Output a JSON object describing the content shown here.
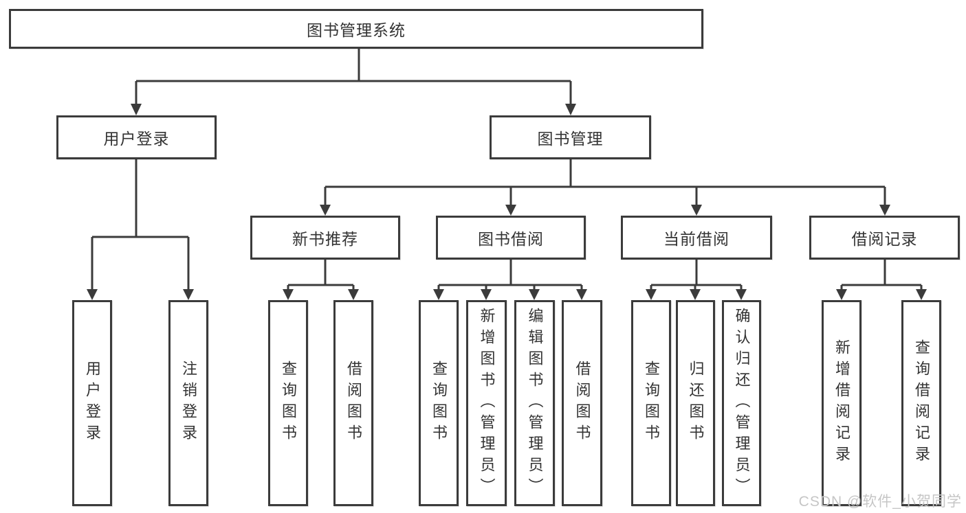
{
  "diagram": {
    "root": {
      "label": "图书管理系统"
    },
    "user_login": {
      "label": "用户登录",
      "children": [
        "用户登录",
        "注销登录"
      ]
    },
    "book_mgmt": {
      "label": "图书管理"
    },
    "new_books": {
      "label": "新书推荐",
      "children": [
        "查询图书",
        "借阅图书"
      ]
    },
    "borrowing": {
      "label": "图书借阅",
      "children": [
        "查询图书",
        "新增图书（管理员）",
        "编辑图书（管理员）",
        "借阅图书"
      ]
    },
    "current": {
      "label": "当前借阅",
      "children": [
        "查询图书",
        "归还图书",
        "确认归还（管理员）"
      ]
    },
    "records": {
      "label": "借阅记录",
      "children": [
        "新增借阅记录",
        "查询借阅记录"
      ]
    }
  },
  "watermark": "CSDN @软件_小贺同学",
  "colors": {
    "line": "#3b3b3b",
    "text": "#333333",
    "watermark": "#c6c6c6",
    "background": "#ffffff"
  }
}
